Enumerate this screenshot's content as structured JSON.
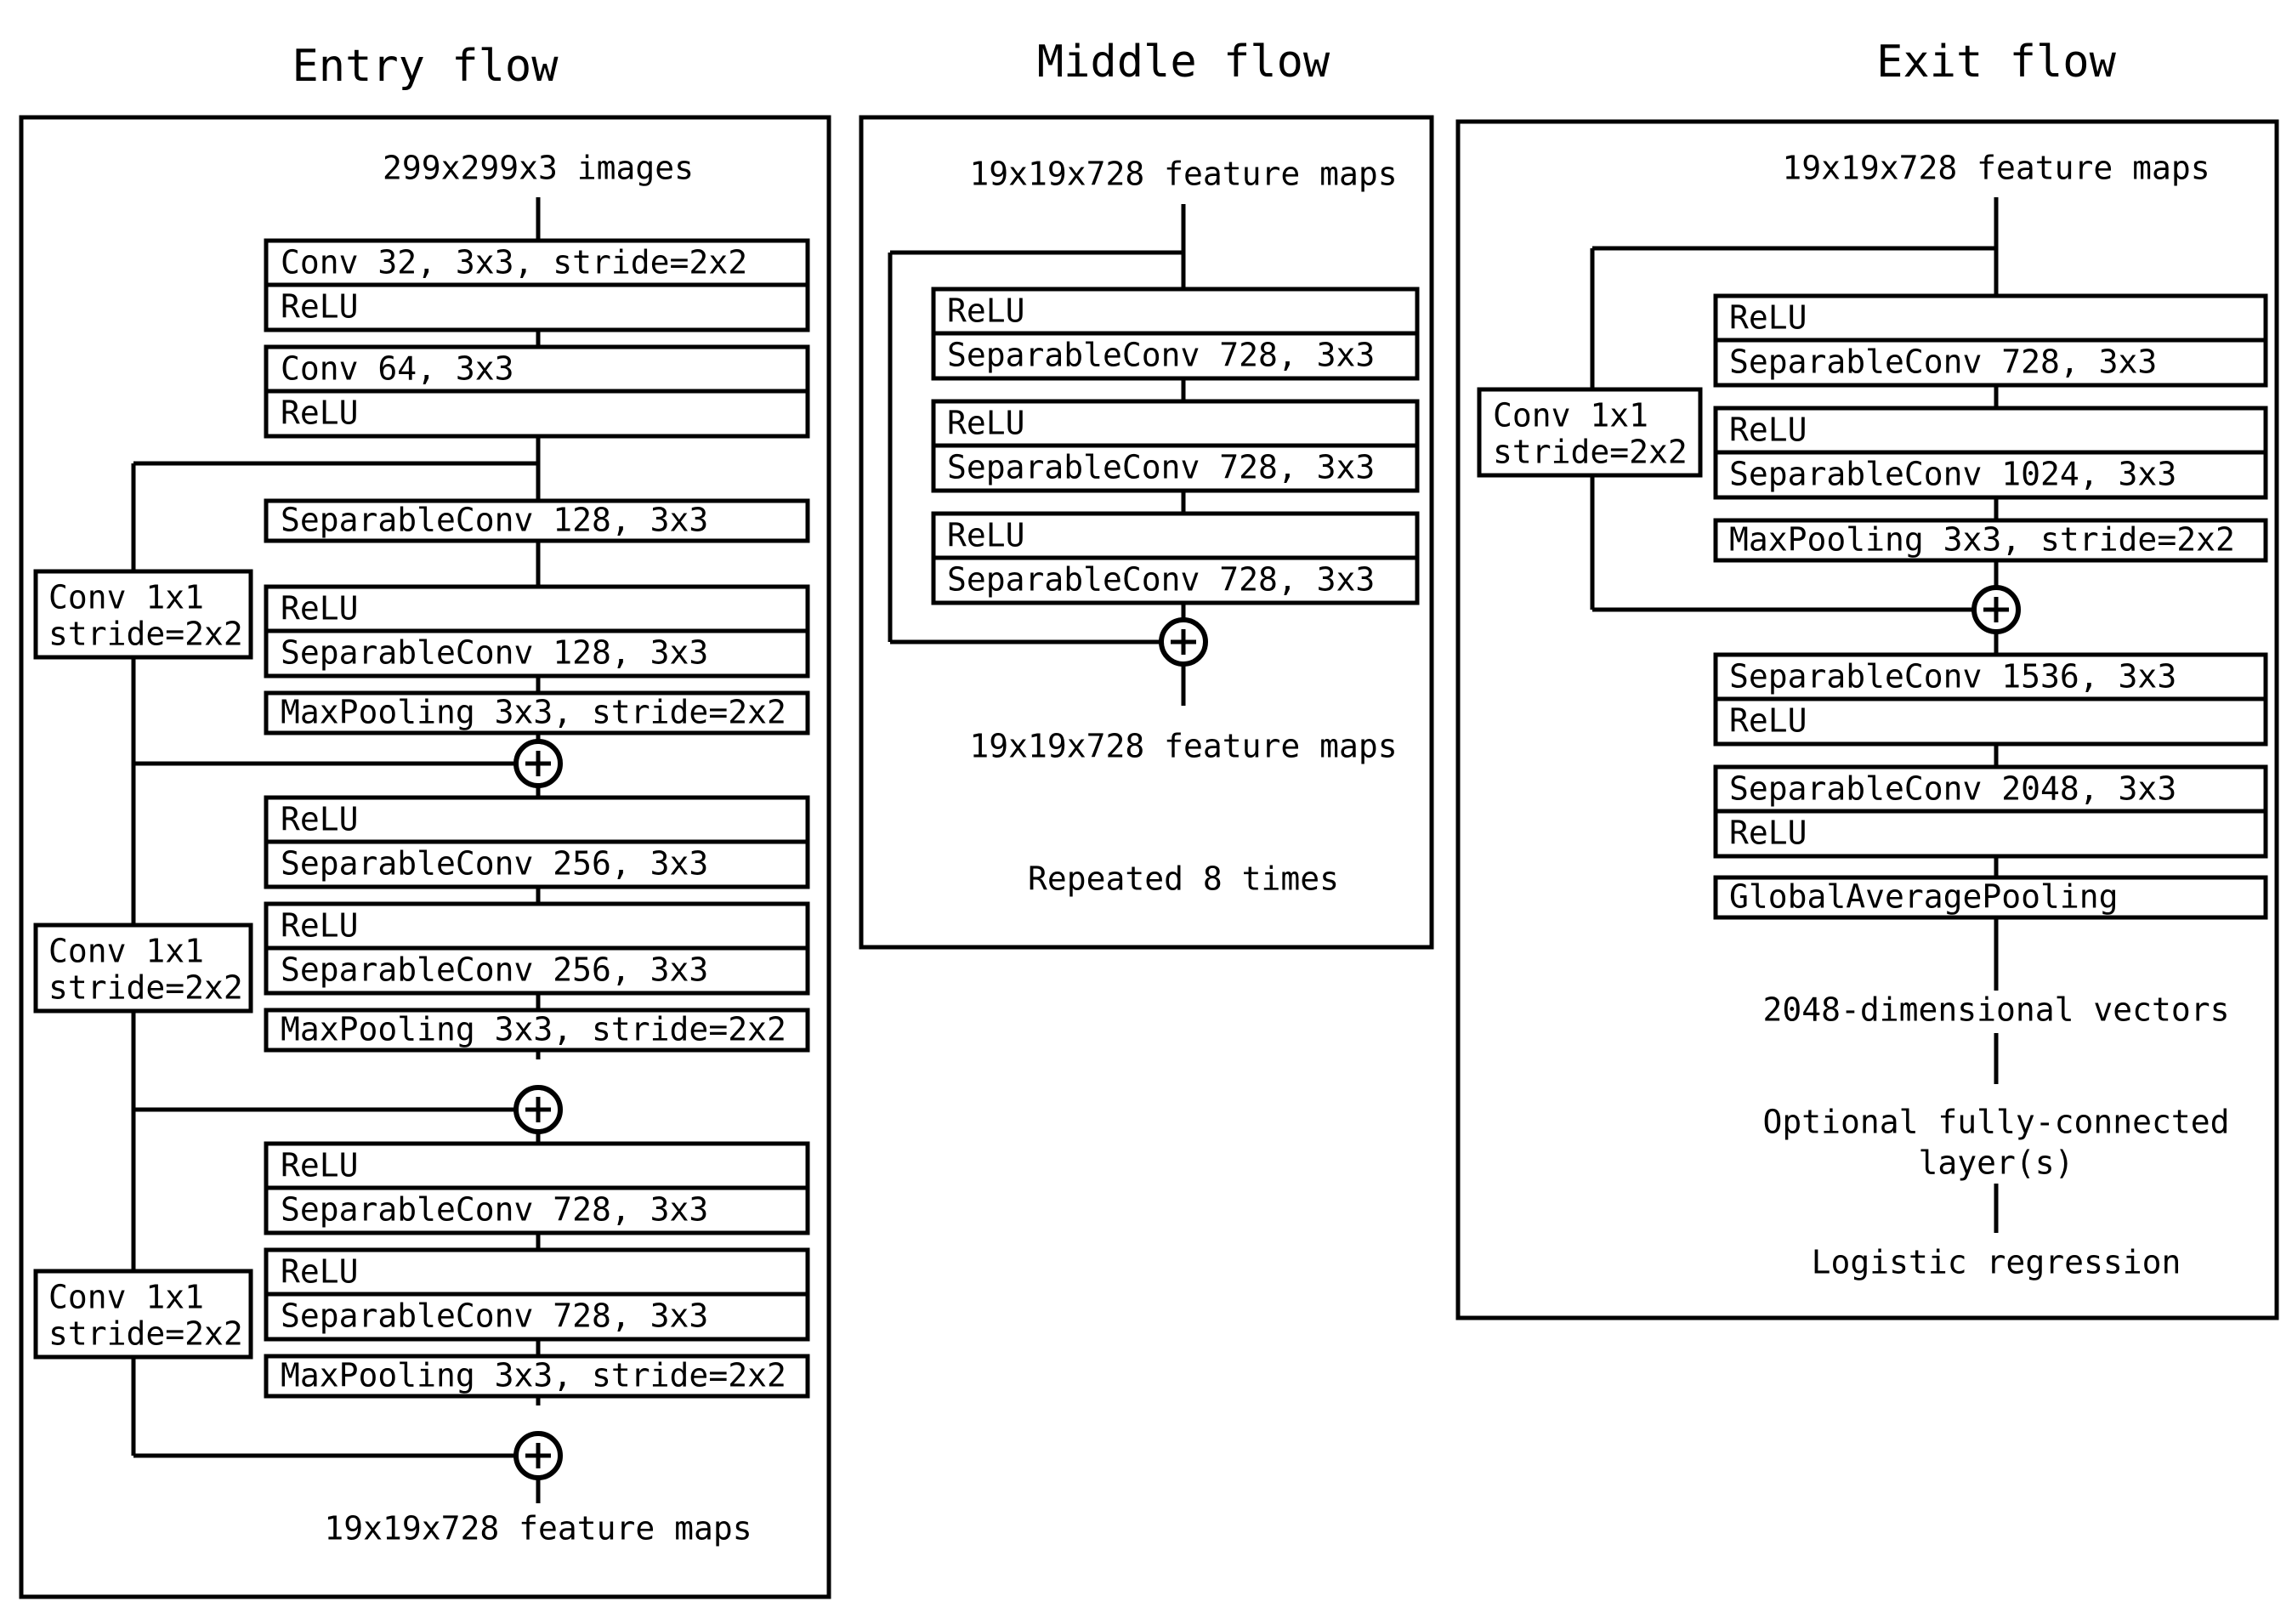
{
  "figure": {
    "name": "Xception architecture diagram",
    "stroke_color": "#000000",
    "background_color": "#ffffff"
  },
  "entry_flow": {
    "title": "Entry flow",
    "input_label": "299x299x3 images",
    "output_label": "19x19x728 feature maps",
    "boxes": [
      {
        "id": "e1",
        "label": "Conv 32, 3x3, stride=2x2"
      },
      {
        "id": "e2",
        "label": "ReLU"
      },
      {
        "id": "e3",
        "label": "Conv 64, 3x3"
      },
      {
        "id": "e4",
        "label": "ReLU"
      },
      {
        "id": "e5",
        "label": "SeparableConv 128, 3x3"
      },
      {
        "id": "e6",
        "label": "ReLU"
      },
      {
        "id": "e7",
        "label": "SeparableConv 128, 3x3"
      },
      {
        "id": "e8",
        "label": "MaxPooling 3x3, stride=2x2"
      },
      {
        "id": "e9",
        "label": "ReLU"
      },
      {
        "id": "e10",
        "label": "SeparableConv 256, 3x3"
      },
      {
        "id": "e11",
        "label": "ReLU"
      },
      {
        "id": "e12",
        "label": "SeparableConv 256, 3x3"
      },
      {
        "id": "e13",
        "label": "MaxPooling 3x3, stride=2x2"
      },
      {
        "id": "e14",
        "label": "ReLU"
      },
      {
        "id": "e15",
        "label": "SeparableConv 728, 3x3"
      },
      {
        "id": "e16",
        "label": "ReLU"
      },
      {
        "id": "e17",
        "label": "SeparableConv 728, 3x3"
      },
      {
        "id": "e18",
        "label": "MaxPooling 3x3, stride=2x2"
      }
    ],
    "shortcuts": [
      {
        "id": "s1",
        "line1": "Conv 1x1",
        "line2": "stride=2x2"
      },
      {
        "id": "s2",
        "line1": "Conv 1x1",
        "line2": "stride=2x2"
      },
      {
        "id": "s3",
        "line1": "Conv 1x1",
        "line2": "stride=2x2"
      }
    ],
    "adders": [
      "+",
      "+",
      "+"
    ]
  },
  "middle_flow": {
    "title": "Middle flow",
    "input_label": "19x19x728 feature maps",
    "output_label": "19x19x728 feature maps",
    "repeat_label": "Repeated 8 times",
    "boxes": [
      {
        "id": "m1",
        "label": "ReLU"
      },
      {
        "id": "m2",
        "label": "SeparableConv 728, 3x3"
      },
      {
        "id": "m3",
        "label": "ReLU"
      },
      {
        "id": "m4",
        "label": "SeparableConv 728, 3x3"
      },
      {
        "id": "m5",
        "label": "ReLU"
      },
      {
        "id": "m6",
        "label": "SeparableConv 728, 3x3"
      }
    ],
    "adders": [
      "+"
    ]
  },
  "exit_flow": {
    "title": "Exit flow",
    "input_label": "19x19x728 feature maps",
    "vector_label": "2048-dimensional vectors",
    "fc_label_line1": "Optional fully-connected",
    "fc_label_line2": "layer(s)",
    "logistic_label": "Logistic regression",
    "boxes": [
      {
        "id": "x1",
        "label": "ReLU"
      },
      {
        "id": "x2",
        "label": "SeparableConv 728, 3x3"
      },
      {
        "id": "x3",
        "label": "ReLU"
      },
      {
        "id": "x4",
        "label": "SeparableConv 1024, 3x3"
      },
      {
        "id": "x5",
        "label": "MaxPooling 3x3, stride=2x2"
      },
      {
        "id": "x6",
        "label": "SeparableConv 1536, 3x3"
      },
      {
        "id": "x7",
        "label": "ReLU"
      },
      {
        "id": "x8",
        "label": "SeparableConv 2048, 3x3"
      },
      {
        "id": "x9",
        "label": "ReLU"
      },
      {
        "id": "x10",
        "label": "GlobalAveragePooling"
      }
    ],
    "shortcuts": [
      {
        "id": "xs1",
        "line1": "Conv 1x1",
        "line2": "stride=2x2"
      }
    ],
    "adders": [
      "+"
    ]
  }
}
